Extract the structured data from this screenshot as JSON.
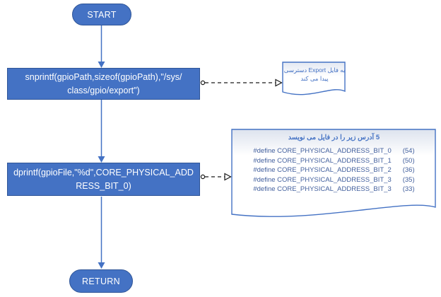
{
  "flowchart": {
    "start": {
      "label": "START"
    },
    "process1": {
      "lines": [
        "snprintf(gpioPath,sizeof(gpioPath),\"/sys/",
        "class/gpio/export\")"
      ]
    },
    "process2": {
      "lines": [
        "dprintf(gpioFile,\"%d\",CORE_PHYSICAL_ADD",
        "RESS_BIT_0)"
      ]
    },
    "note_export": {
      "lines": [
        "به فایل Export دسترسی",
        "پیدا می کند"
      ]
    },
    "note_defines": {
      "title": "5 آدرس زیر را در فایل می نویسد",
      "defines": [
        {
          "name": "#define CORE_PHYSICAL_ADDRESS_BIT_0",
          "value": "(54)"
        },
        {
          "name": "#define CORE_PHYSICAL_ADDRESS_BIT_1",
          "value": "(50)"
        },
        {
          "name": "#define CORE_PHYSICAL_ADDRESS_BIT_2",
          "value": "(36)"
        },
        {
          "name": "#define CORE_PHYSICAL_ADDRESS_BIT_3",
          "value": "(35)"
        },
        {
          "name": "#define CORE_PHYSICAL_ADDRESS_BIT_3",
          "value": "(33)"
        }
      ]
    },
    "return": {
      "label": "RETURN"
    },
    "colors": {
      "shape_fill": "#4472C4",
      "shape_border": "#2F5597",
      "connector_blue": "#4472C4",
      "connector_dashed": "#1a1a1a",
      "doc_border": "#4472C4",
      "doc_text": "#44619E",
      "note_text": "#4472C4"
    }
  }
}
